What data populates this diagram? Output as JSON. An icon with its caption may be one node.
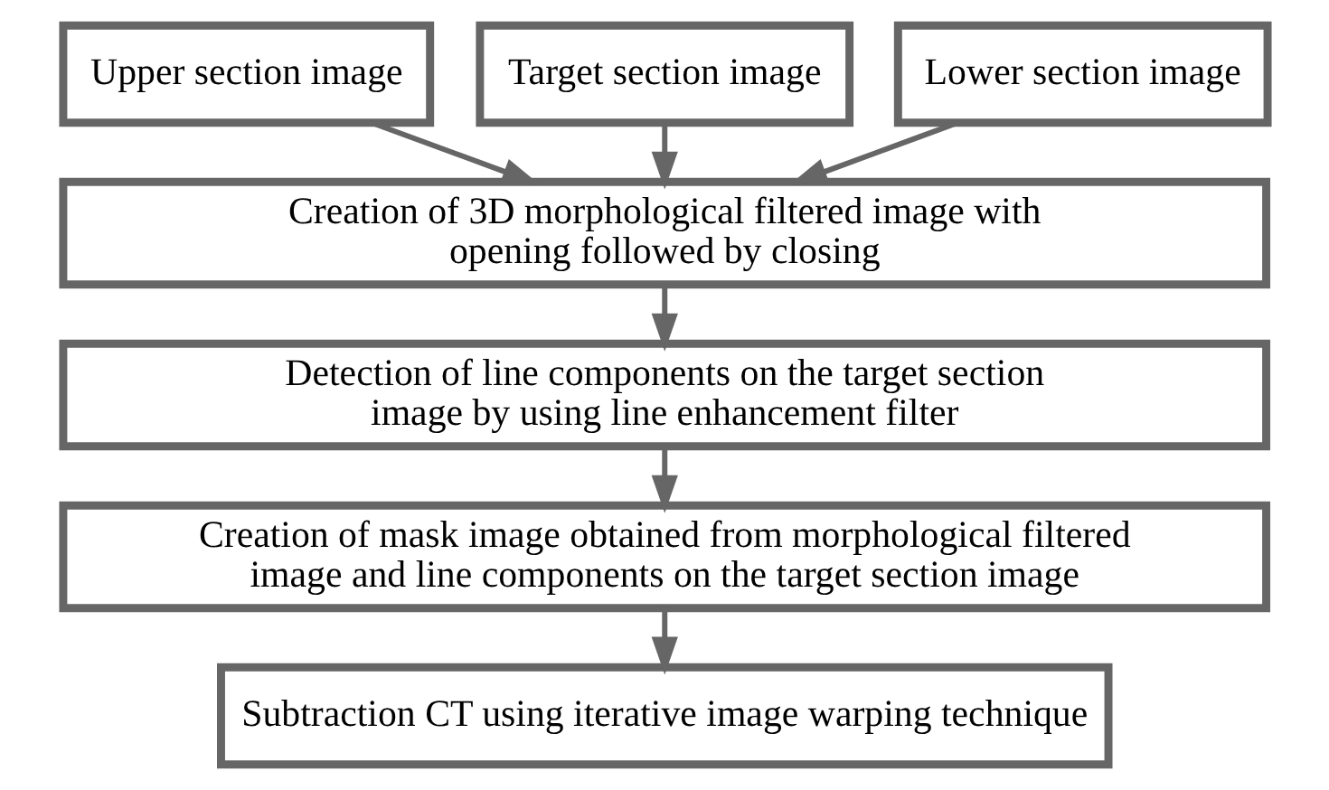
{
  "diagram": {
    "nodes": [
      {
        "text": [
          "Upper section image"
        ]
      },
      {
        "text": [
          "Target section image"
        ]
      },
      {
        "text": [
          "Lower section image"
        ]
      },
      {
        "text": [
          "Creation of 3D morphological filtered image with opening followed by closing"
        ]
      },
      {
        "text": [
          "Detection of line components on the target section image by using line enhancement filter"
        ]
      },
      {
        "text": [
          "Creation of mask image obtained from morphological filtered image and line components on the target section image"
        ]
      },
      {
        "text": [
          "Subtraction CT using iterative image warping technique"
        ]
      }
    ],
    "edges": [
      {
        "from": 0,
        "to": 3,
        "arrow": "to"
      },
      {
        "from": 1,
        "to": 3,
        "arrow": "to"
      },
      {
        "from": 2,
        "to": 3,
        "arrow": "to"
      },
      {
        "from": 3,
        "to": 4,
        "arrow": "to"
      },
      {
        "from": 4,
        "to": 5,
        "arrow": "to"
      },
      {
        "from": 5,
        "to": 6,
        "arrow": "to"
      }
    ]
  }
}
